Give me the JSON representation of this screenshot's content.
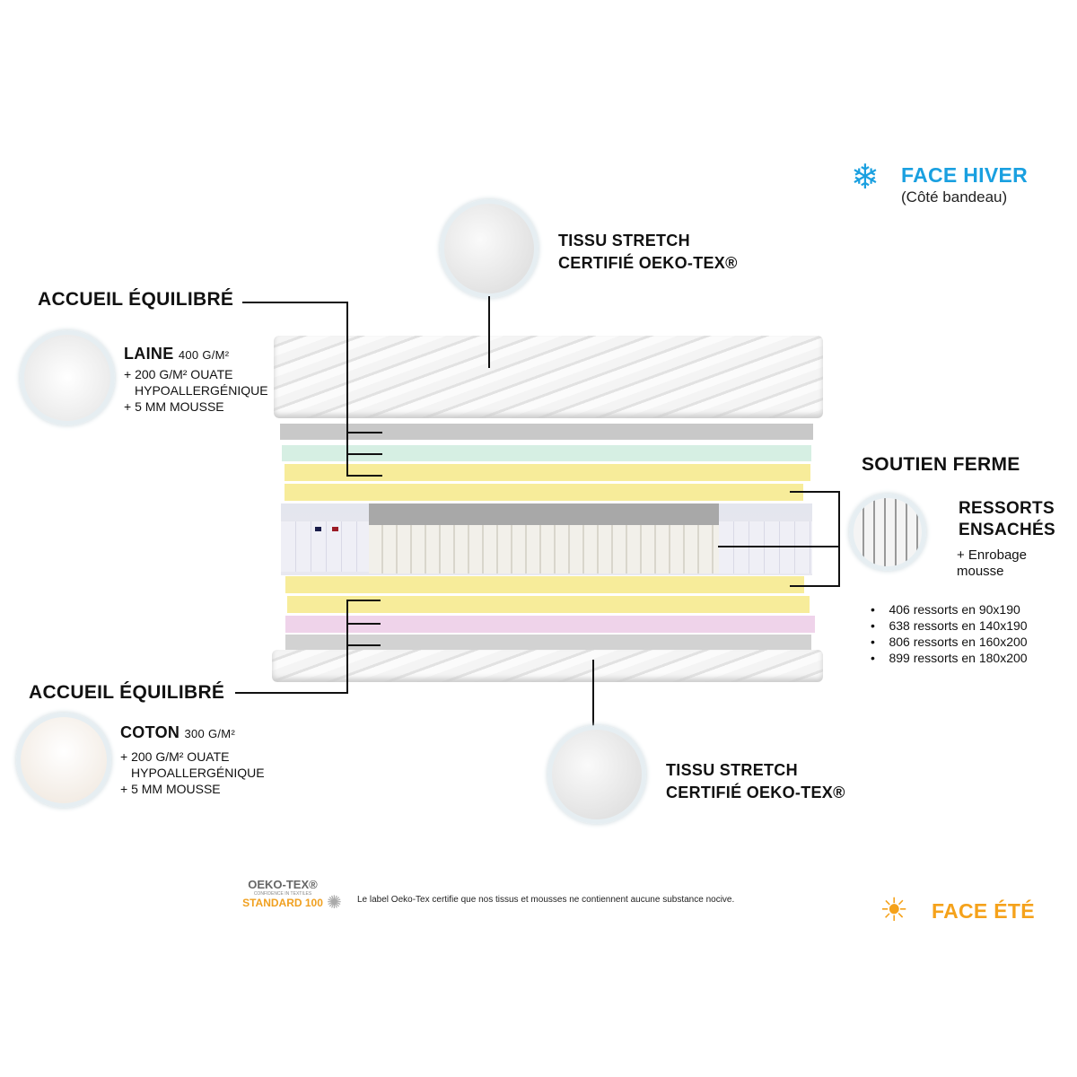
{
  "face_hiver": {
    "title": "FACE HIVER",
    "subtitle": "(Côté bandeau)",
    "icon": "snowflake-icon",
    "color": "#1aa0e0"
  },
  "face_ete": {
    "title": "FACE ÉTÉ",
    "icon": "sun-icon",
    "color": "#f5a21b"
  },
  "top_fabric": {
    "line1": "TISSU STRETCH",
    "line2": "CERTIFIÉ OEKO-TEX®"
  },
  "bottom_fabric": {
    "line1": "TISSU STRETCH",
    "line2": "CERTIFIÉ OEKO-TEX®"
  },
  "top_comfort": {
    "title": "ACCUEIL ÉQUILIBRÉ",
    "material": "LAINE",
    "weight": "400 G/M²",
    "lines": [
      "+ 200 G/M² OUATE",
      "HYPOALLERGÉNIQUE",
      "+ 5 MM MOUSSE"
    ]
  },
  "bottom_comfort": {
    "title": "ACCUEIL ÉQUILIBRÉ",
    "material": "COTON",
    "weight": "300 G/M²",
    "lines": [
      "+ 200 G/M² OUATE",
      "HYPOALLERGÉNIQUE",
      "+ 5 MM MOUSSE"
    ]
  },
  "support": {
    "title": "SOUTIEN FERME",
    "line1": "RESSORTS",
    "line2": "ENSACHÉS",
    "extra1": "+ Enrobage",
    "extra2": "mousse",
    "bullets": [
      "406 ressorts en 90x190",
      "638 ressorts en 140x190",
      "806 ressorts en 160x200",
      "899 ressorts en 180x200"
    ]
  },
  "oeko": {
    "logo_line1": "OEKO-TEX®",
    "logo_line2": "CONFIDENCE IN TEXTILES",
    "logo_line3": "STANDARD 100",
    "note": "Le label Oeko-Tex certifie que nos tissus et mousses ne contiennent aucune substance nocive."
  },
  "colors": {
    "yellow": "#f7ec9a",
    "mint": "#d6efe3",
    "pink": "#efd3ea",
    "gray": "#c9c9c9"
  }
}
